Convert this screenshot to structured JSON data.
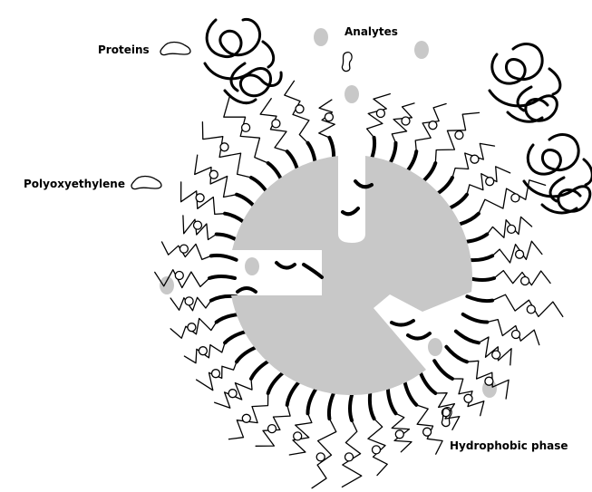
{
  "labels": {
    "analytes": "Analytes",
    "proteins": "Proteins",
    "polyoxyethylene": "Polyoxyethylene",
    "hydrophobic_phase": "Hydrophobic phase"
  },
  "colors": {
    "phase_fill": "#c8c8c8",
    "analyte_fill": "#c8c8c8",
    "stroke": "#000000",
    "background": "#ffffff"
  }
}
